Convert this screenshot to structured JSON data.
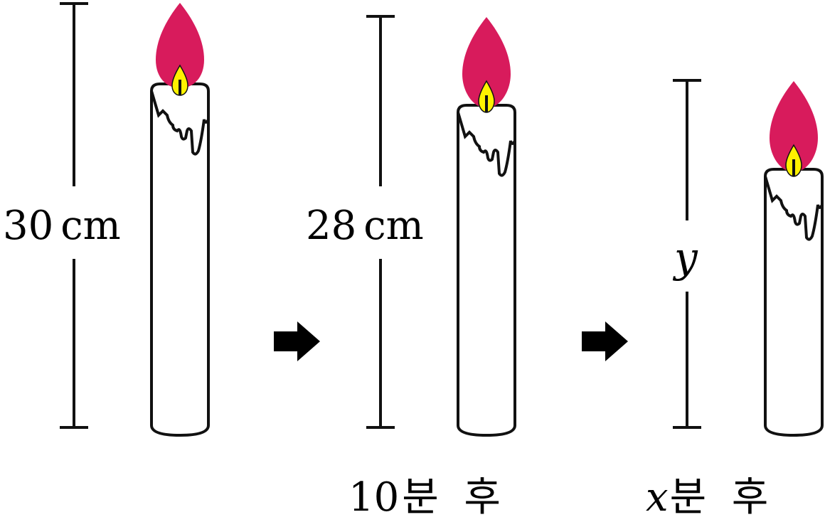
{
  "stages": [
    {
      "height_label": "30",
      "height_unit": "cm",
      "time_label": ""
    },
    {
      "height_label": "28",
      "height_unit": "cm",
      "time_num": "10",
      "time_text": "분  후"
    },
    {
      "height_label": "y",
      "time_var": "x",
      "time_text": "분  후"
    }
  ],
  "colors": {
    "flame": "#d81b5c",
    "inner_flame": "#fff200",
    "outline": "#111111",
    "wax": "#ffffff"
  },
  "icons": [
    "arrow-right-icon",
    "arrow-right-icon"
  ]
}
